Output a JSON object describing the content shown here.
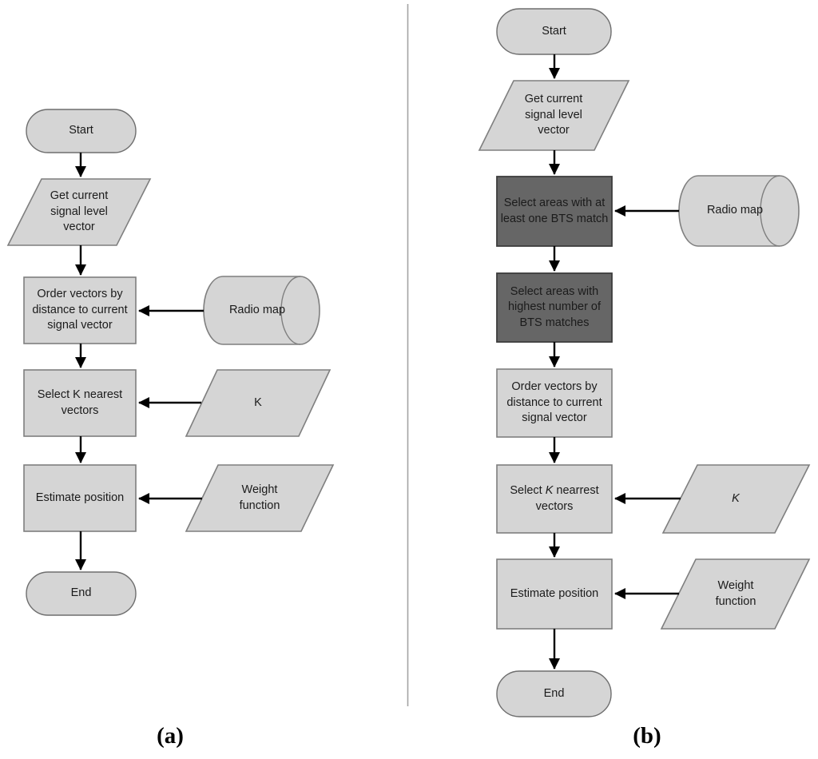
{
  "figure": {
    "panel_a": {
      "caption": "(a)",
      "start": "Start",
      "get_vector": "Get current\nsignal level\nvector",
      "order_vectors": "Order vectors by\ndistance to current\nsignal vector",
      "select_k": "Select K nearest\nvectors",
      "estimate": "Estimate position",
      "end": "End",
      "radio_map": "Radio map",
      "k_input": "K",
      "weight_fn": "Weight\nfunction"
    },
    "panel_b": {
      "caption": "(b)",
      "start": "Start",
      "get_vector": "Get current\nsignal level\nvector",
      "select_areas_one": "Select areas with at\nleast one BTS match",
      "select_areas_highest": "Select areas with\nhighest number of\nBTS matches",
      "order_vectors": "Order vectors by\ndistance to current\nsignal vector",
      "select_k_pre": "Select",
      "select_k_var": "K",
      "select_k_post": "nearrest",
      "select_k_line2": "vectors",
      "estimate": "Estimate position",
      "end": "End",
      "radio_map": "Radio map",
      "k_input": "K",
      "weight_fn": "Weight\nfunction"
    },
    "colors": {
      "shape_fill": "#d5d5d5",
      "shape_stroke": "#7f7f7f",
      "dark_fill": "#666666",
      "dark_stroke": "#3d3d3d",
      "arrow": "#000000",
      "divider": "#a3a3a3",
      "text": "#1b1b1b"
    }
  }
}
